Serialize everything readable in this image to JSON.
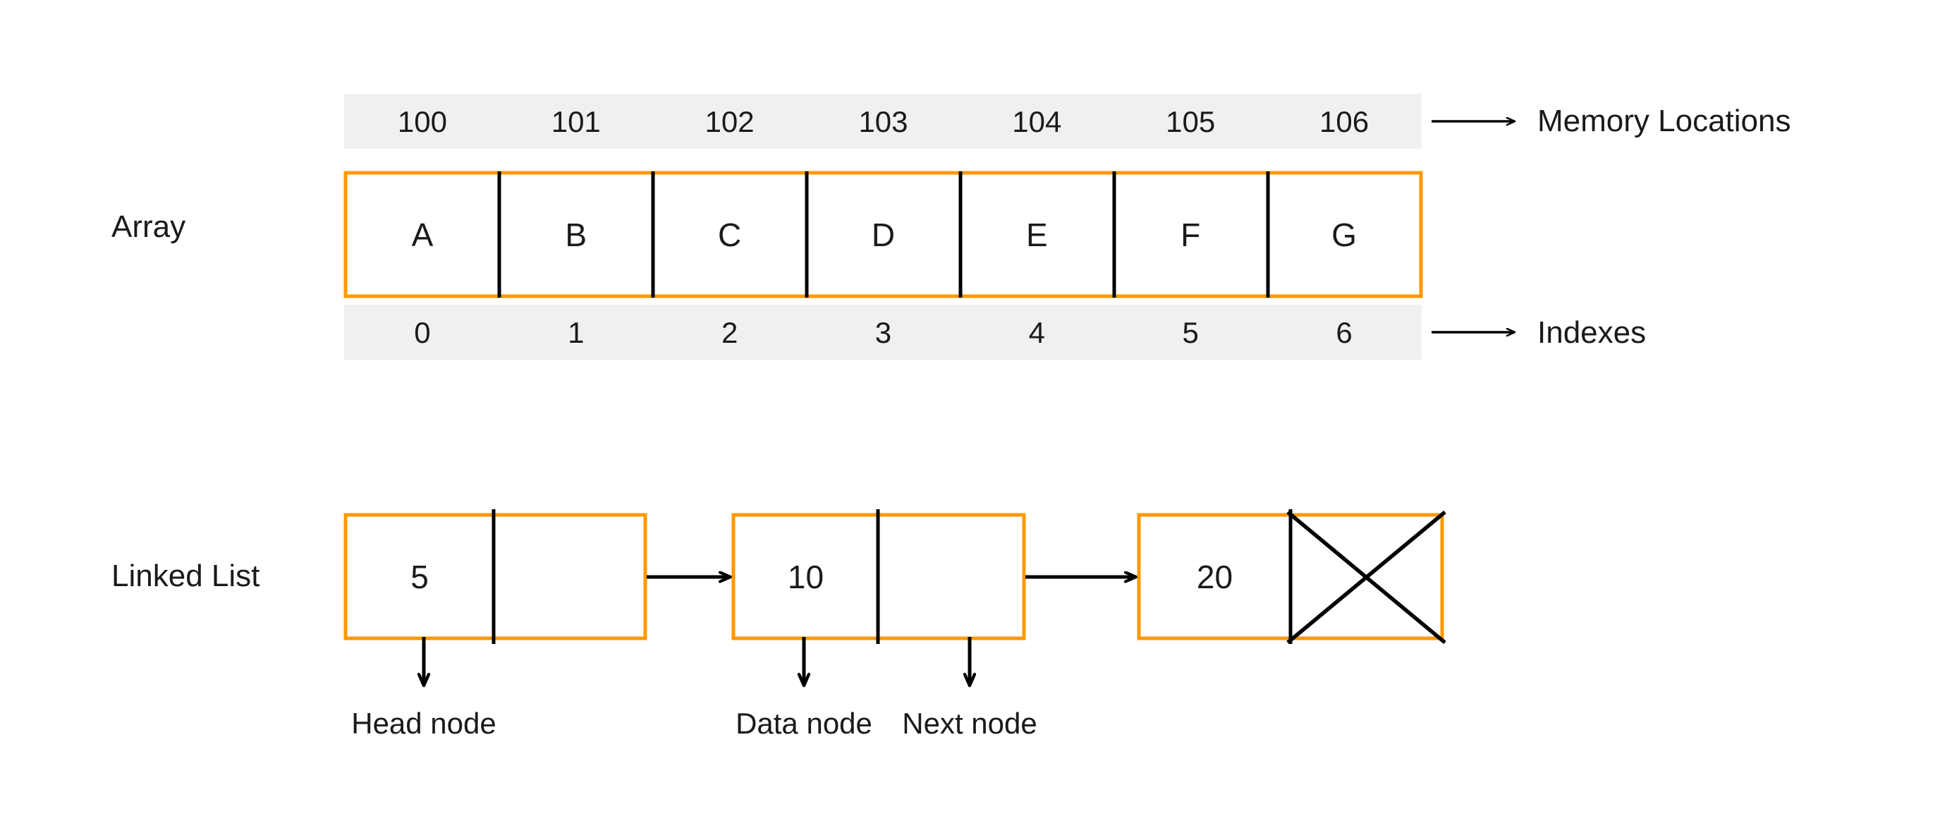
{
  "diagram": {
    "title_hidden": "",
    "colors": {
      "accent_orange": "#FF9800",
      "band_gray": "#F0F0F0",
      "ink": "#1A1A1A",
      "background": "#FFFFFF"
    }
  },
  "array_section": {
    "row_label": "Array",
    "memory_locations": {
      "values": [
        "100",
        "101",
        "102",
        "103",
        "104",
        "105",
        "106"
      ],
      "arrow_label": "Memory Locations"
    },
    "cells": [
      "A",
      "B",
      "C",
      "D",
      "E",
      "F",
      "G"
    ],
    "indexes": {
      "values": [
        "0",
        "1",
        "2",
        "3",
        "4",
        "5",
        "6"
      ],
      "arrow_label": "Indexes"
    }
  },
  "linked_list_section": {
    "row_label": "Linked List",
    "nodes": [
      {
        "value": "5",
        "next_is_null": false
      },
      {
        "value": "10",
        "next_is_null": false
      },
      {
        "value": "20",
        "next_is_null": true
      }
    ],
    "annotations": [
      {
        "label": "Head node"
      },
      {
        "label": "Data node"
      },
      {
        "label": "Next node"
      }
    ]
  }
}
